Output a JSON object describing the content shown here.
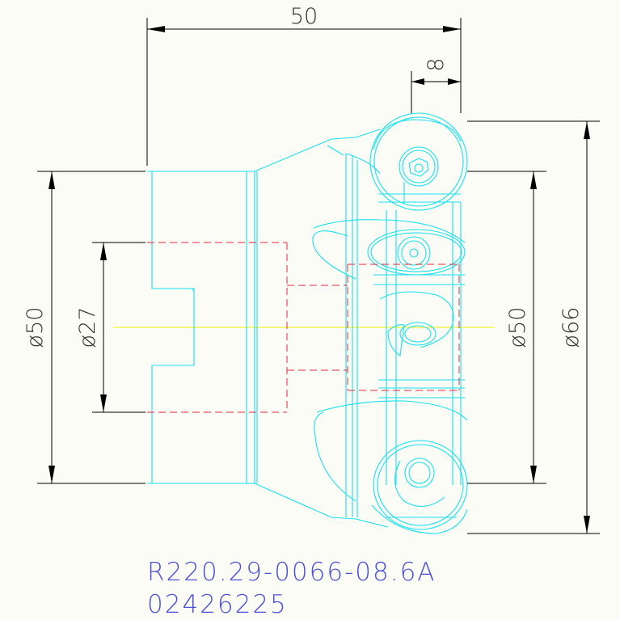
{
  "dimensions": {
    "overall_length": "50",
    "insert_offset": "8",
    "bore_dia_left": "ø50",
    "bore_dia_inner": "ø27",
    "body_dia_right": "ø50",
    "cutting_dia": "ø66"
  },
  "part": {
    "code": "R220.29-0066-08.6A",
    "item_number": "02426225"
  },
  "colors": {
    "geometry": "#17e0f0",
    "hidden_lines": "#e8273a",
    "centerline": "#f2f000",
    "dimension_lines": "#000000",
    "part_code_text": "#4b52d9"
  }
}
